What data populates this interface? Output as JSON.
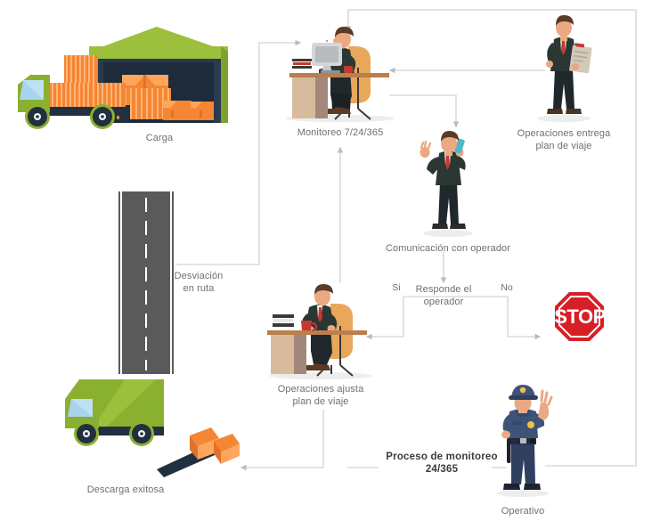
{
  "diagram": {
    "title_text": "Proceso de monitoreo\n24/365",
    "accent_colors": {
      "line": "#c9cacb",
      "text": "#6e6f71",
      "title_text": "#3b3b3d",
      "truck_green": "#8ab02f",
      "cargo_orange": "#f58634",
      "dark_navy": "#2b3b4e",
      "stop_red": "#d81f26",
      "road_gray": "#5a5a5a",
      "police_blue": "#37486b"
    }
  },
  "nodes": [
    {
      "id": "carga",
      "label": "Carga",
      "icon": "truck-warehouse-cargo-icon"
    },
    {
      "id": "desviacion",
      "label": "Desviación\nen ruta",
      "icon": "road-icon"
    },
    {
      "id": "monitoreo",
      "label": "Monitoreo 7/24/365",
      "icon": "operator-at-desk-icon"
    },
    {
      "id": "operaciones_entrega",
      "label": "Operaciones entrega\nplan de viaje",
      "icon": "man-with-clipboard-icon"
    },
    {
      "id": "comunicacion",
      "label": "Comunicación con operador",
      "icon": "man-on-phone-icon"
    },
    {
      "id": "decision",
      "label": "Responde el\noperador",
      "icon": "decision-point"
    },
    {
      "id": "operaciones_ajusta",
      "label": "Operaciones ajusta\nplan de viaje",
      "icon": "man-at-desk-coffee-icon"
    },
    {
      "id": "stop",
      "label": "",
      "icon": "stop-sign-icon",
      "sign_text": "STOP"
    },
    {
      "id": "descarga",
      "label": "Descarga exitosa",
      "icon": "truck-unloading-icon"
    },
    {
      "id": "operativo",
      "label": "Operativo",
      "icon": "police-officer-icon"
    }
  ],
  "edge_labels": {
    "yes": "Si",
    "no": "No"
  }
}
